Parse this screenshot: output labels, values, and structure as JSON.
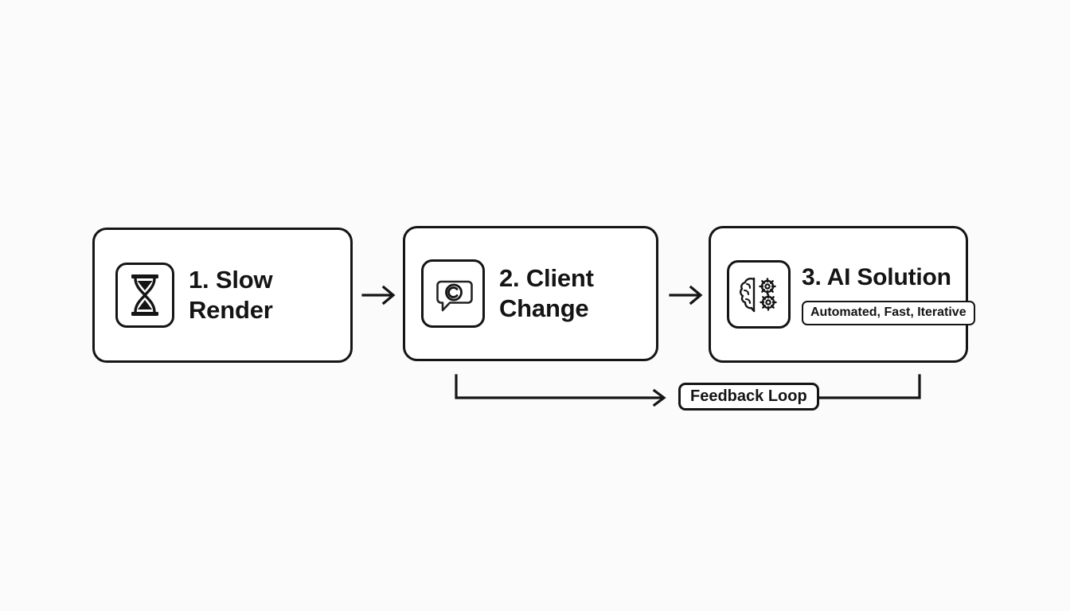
{
  "diagram": {
    "type": "process-flow",
    "background_color": "#fbfbfb",
    "stroke_color": "#151515",
    "text_color": "#141414",
    "steps": [
      {
        "id": "step-1",
        "icon": "hourglass-icon",
        "title": "1. Slow Render",
        "badge": null
      },
      {
        "id": "step-2",
        "icon": "speech-bubble-copyright-icon",
        "title": "2. Client\nChange",
        "badge": null
      },
      {
        "id": "step-3",
        "icon": "brain-gears-icon",
        "title": "3. AI Solution",
        "badge": "Automated, Fast, Iterative"
      }
    ],
    "connectors": [
      {
        "id": "arrow-1",
        "icon": "arrow-right-icon",
        "from": "step-1",
        "to": "step-2"
      },
      {
        "id": "arrow-2",
        "icon": "arrow-right-icon",
        "from": "step-2",
        "to": "step-3"
      }
    ],
    "feedback": {
      "label": "Feedback Loop",
      "from": "step-2",
      "to": "step-3",
      "arrow_icon": "arrow-right-icon"
    }
  }
}
